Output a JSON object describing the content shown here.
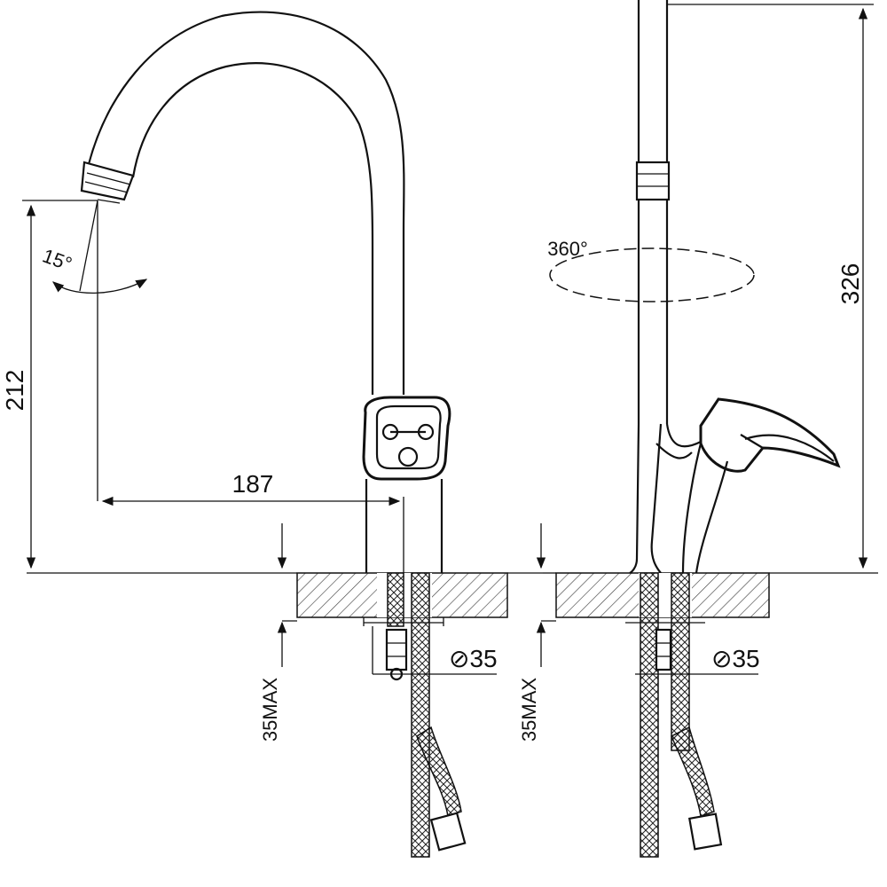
{
  "diagram": {
    "colors": {
      "line": "#111111",
      "background": "#ffffff",
      "hatch": "#444444"
    },
    "front_view": {
      "dim_height": "212",
      "dim_reach": "187",
      "dim_angle": "15°",
      "dim_hole": "⊘35",
      "dim_mount": "35MAX"
    },
    "side_view": {
      "dim_total_height": "326",
      "dim_rotation": "360°",
      "dim_hole": "⊘35",
      "dim_mount": "35MAX"
    }
  }
}
